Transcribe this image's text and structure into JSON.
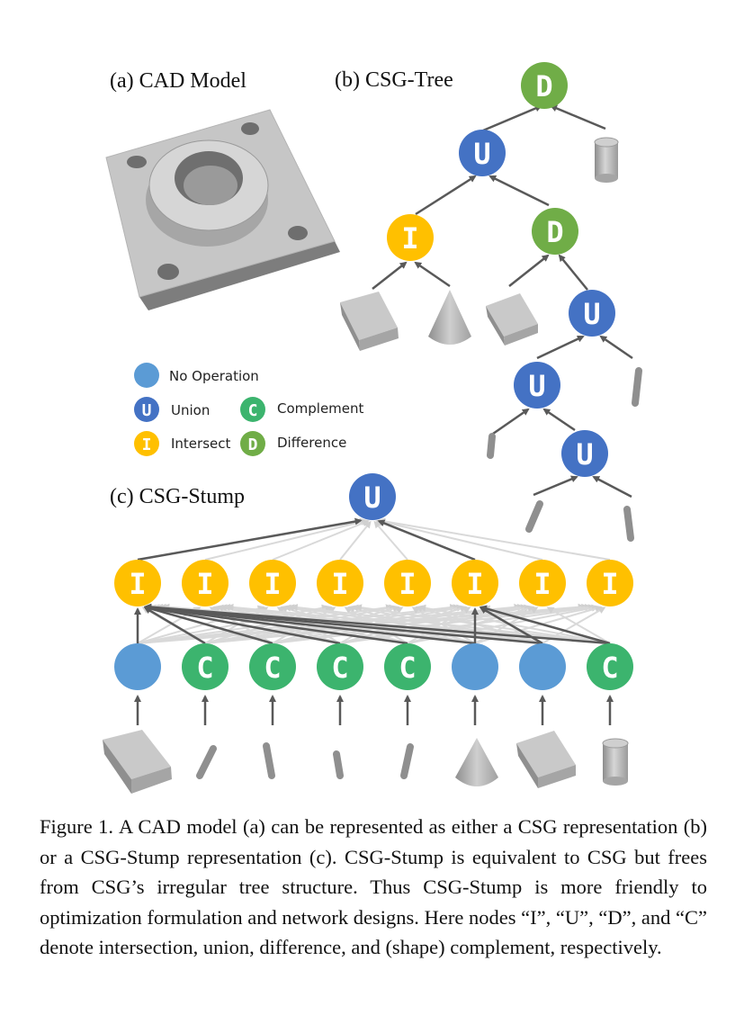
{
  "panels": {
    "a_title": "(a) CAD Model",
    "b_title": "(b) CSG-Tree",
    "c_title": "(c) CSG-Stump"
  },
  "legend": [
    {
      "color": "#5b9bd5",
      "glyph": "",
      "label": "No Operation"
    },
    {
      "color": "#4472c4",
      "glyph": "U",
      "label": "Union"
    },
    {
      "color": "#3cb46e",
      "glyph": "C",
      "label": "Complement"
    },
    {
      "color": "#ffc000",
      "glyph": "I",
      "label": "Intersect"
    },
    {
      "color": "#70ad47",
      "glyph": "D",
      "label": "Difference"
    }
  ],
  "colors": {
    "no_operation": "#5b9bd5",
    "union": "#4472c4",
    "complement": "#3cb46e",
    "intersect": "#ffc000",
    "difference": "#70ad47",
    "edge": "#595959",
    "edge_faint": "#d9d9d9",
    "primitive": "#bfbfbf"
  },
  "csg_tree": {
    "nodes": [
      "D",
      "U",
      "I",
      "D",
      "U",
      "U",
      "U"
    ],
    "leaves": [
      "cylinder",
      "cube",
      "cone",
      "cube",
      "cylinder",
      "cylinder",
      "cylinder",
      "cylinder"
    ]
  },
  "csg_stump": {
    "top": "U",
    "intersection_row": [
      "I",
      "I",
      "I",
      "I",
      "I",
      "I",
      "I",
      "I"
    ],
    "complement_row": [
      "",
      "C",
      "C",
      "C",
      "C",
      "",
      "",
      "C"
    ],
    "primitive_row": [
      "cube",
      "cylinder",
      "cylinder",
      "cylinder",
      "cylinder",
      "cone",
      "cube",
      "cylinder"
    ]
  },
  "caption": {
    "label": "Figure 1.",
    "text": "A CAD model (a) can be represented as either a CSG representation (b) or a CSG-Stump representation (c). CSG-Stump is equivalent to CSG but frees from CSG’s irregular tree structure. Thus CSG-Stump is more friendly to optimization formulation and network designs. Here nodes “I”, “U”, “D”, and “C” denote intersection, union, difference, and (shape) complement, respectively."
  }
}
